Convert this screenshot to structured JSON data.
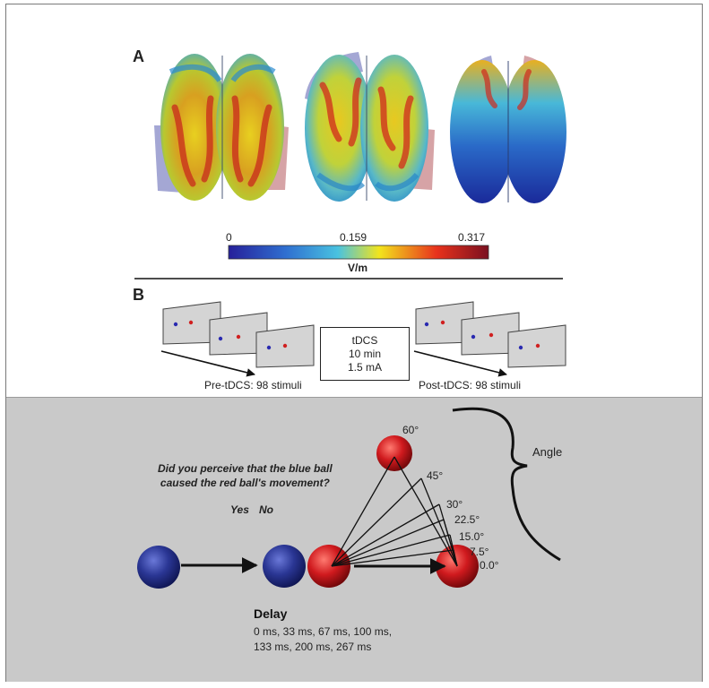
{
  "panel_a": {
    "letter": "A",
    "colorbar": {
      "min_label": "0",
      "mid_label": "0.159",
      "max_label": "0.317",
      "unit": "V/m",
      "colors": [
        "#26209a",
        "#2f6fd0",
        "#49c2e0",
        "#f2e41c",
        "#e8321c",
        "#7a1020"
      ]
    },
    "electrode_colors": {
      "blue": "#5a5fb0",
      "red": "#b5585c"
    }
  },
  "panel_b": {
    "letter": "B",
    "pre_caption": "Pre-tDCS: 98 stimuli",
    "post_caption": "Post-tDCS: 98 stimuli",
    "tdcs_box": {
      "line1": "tDCS",
      "line2": "10 min",
      "line3": "1.5 mA"
    },
    "question_line1": "Did you perceive that the blue ball",
    "question_line2": "caused the red ball's movement?",
    "yes": "Yes",
    "no": "No",
    "angles": [
      "60°",
      "45°",
      "30°",
      "22.5°",
      "15.0°",
      "7.5°",
      "0.0°"
    ],
    "angle_title": "Angle",
    "delay_title": "Delay",
    "delay_line1": "0 ms, 33 ms, 67 ms, 100 ms,",
    "delay_line2": "133 ms, 200 ms, 267 ms",
    "ball_colors": {
      "blue": "#1f2a7a",
      "red": "#c8161c"
    }
  }
}
